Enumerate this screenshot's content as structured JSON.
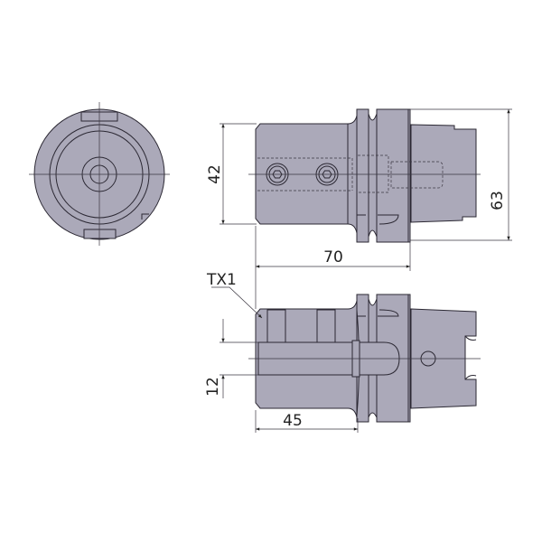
{
  "drawing": {
    "dimensions": {
      "shank_diameter": "42",
      "flange_diameter": "63",
      "overall_length": "70",
      "bore_diameter": "12",
      "bore_depth": "45"
    },
    "callouts": {
      "screw": "TX1"
    },
    "colors": {
      "part_fill": "#aba9b9",
      "line": "#2b2833"
    }
  }
}
